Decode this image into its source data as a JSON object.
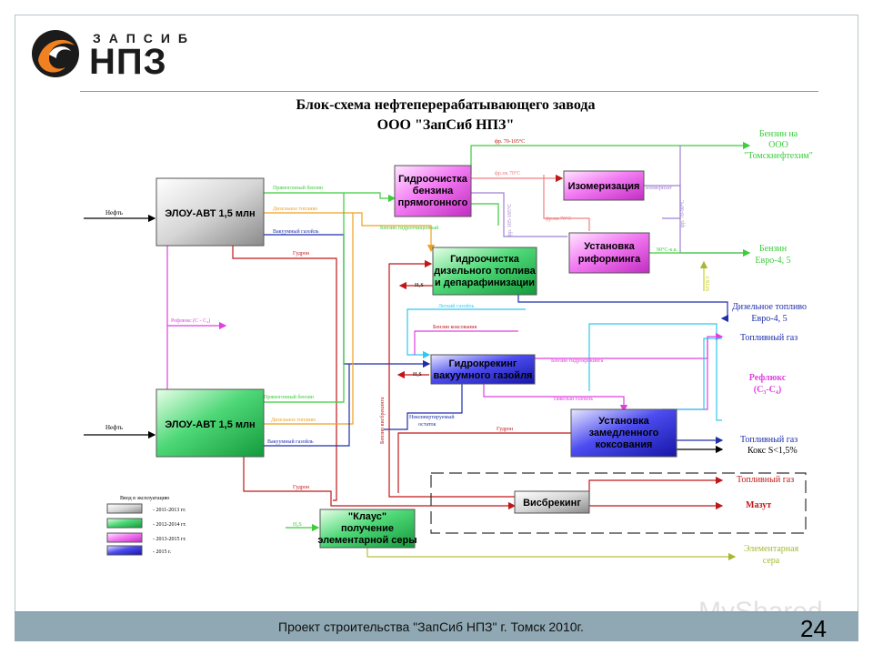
{
  "logo": {
    "brand_top": "ЗАПСИБ",
    "brand_main": "НПЗ"
  },
  "diagram": {
    "title_line1": "Блок-схема нефтеперерабатывающего завода",
    "title_line2": "ООО \"ЗапСиб НПЗ\"",
    "units": {
      "elou_1": "ЭЛОУ-АВТ 1,5 млн",
      "elou_2": "ЭЛОУ-АВТ 1,5 млн",
      "hydro_gasoline": [
        "Гидроочистка",
        "бензина",
        "прямогонного"
      ],
      "isomerization": "Изомеризация",
      "reforming": [
        "Установка",
        "риформинга"
      ],
      "hydro_diesel": [
        "Гидроочистка",
        "дизельного топлива",
        "и депарафинизации"
      ],
      "hydrocracking": [
        "Гидрокрекинг",
        "вакуумного газойля"
      ],
      "coking": [
        "Установка",
        "замедленного",
        "коксования"
      ],
      "visbreaking": "Висбрекинг",
      "claus": [
        "\"Клаус\"",
        "получение",
        "элементарной серы"
      ]
    },
    "inputs": {
      "oil_1": "Нефть",
      "oil_2": "Нефть"
    },
    "flows": {
      "straight_gasoline_1": "Прямогонный бензин",
      "diesel_fuel_1": "Дизельное топливо",
      "vacuum_gasoil_1": "Вакуумный газойль",
      "tar_1": "Гудрон",
      "straight_gasoline_2": "Прямогонный бензин",
      "diesel_fuel_2": "Дизельное топливо",
      "vacuum_gasoil_2": "Вакуумный газойль",
      "tar_2": "Гудрон",
      "reflux_c": "Рефлюкс (C - C₄)",
      "fr_70_105": "фр. 70-105°C",
      "fr_nk_70_a": "фр.нк 70°C",
      "fr_nk_70_b": "фр.нк 70°C",
      "fr_105_185": "фр. 105-185°C",
      "fr_70_90": "фр. 70-90°C",
      "isomerizate": "изомеризат",
      "hydrotreated_gasoline": "Бензин гидроочищенный",
      "cut_90_kk": "90°C-к.к.",
      "mtbe": "МТБЭ",
      "h2s_1": "H₂S",
      "light_gasoil": "Легкий газойль",
      "coking_gasoline": "Бензин коксования",
      "h2s_2": "H₂S",
      "hydrocracking_gasoline": "Бензин гидрокрекинга",
      "heavy_gasoil": "Тяжелый газойль",
      "unconverted_residue": [
        "Неконвертируемый",
        "остаток"
      ],
      "tar_3": "Гудрон",
      "visbreaking_gasoline": "Бензин висбрекинга",
      "h2s_3": "H₂S"
    },
    "products": {
      "gasoline_tomsk": [
        "Бензин на",
        "ООО",
        "\"Томскнефтехим\""
      ],
      "gasoline_euro": [
        "Бензин",
        "Евро-4, 5"
      ],
      "diesel_euro": [
        "Дизельное топливо",
        "Евро-4, 5"
      ],
      "fuel_gas_1": "Топливный газ",
      "reflux": [
        "Рефлюкс",
        "(C₃-C₄)"
      ],
      "fuel_gas_2": "Топливный газ",
      "coke": "Кокс S<1,5%",
      "fuel_gas_3": "Топливный газ",
      "fuel_oil": "Мазут",
      "sulfur": [
        "Элементарная",
        "сера"
      ]
    },
    "legend": {
      "title": "Ввод в эксплуатацию",
      "items": [
        "-   2011-2013 гг.",
        "-   2012-2014 гг.",
        "-   2013-2015 гг.",
        "-   2015 г."
      ]
    }
  },
  "footer": {
    "text": "Проект строительства \"ЗапСиб НПЗ\" г. Томск 2010г.",
    "page_number": "24",
    "watermark": "MyShared"
  },
  "colors": {
    "gray_unit": "#b0b0b0",
    "green_unit": "#2dbf5a",
    "pink_unit": "#f06ff0",
    "blue_unit": "#2a2ad0",
    "green_flow": "#3ccc3c",
    "orange_flow": "#f0a020",
    "blue_flow": "#1f2faa",
    "red_flow": "#c01818",
    "magenta_flow": "#e040e0",
    "cyan_flow": "#30c8f0",
    "olive_flow": "#b8c040",
    "footer_bg": "#8fa8b3"
  }
}
